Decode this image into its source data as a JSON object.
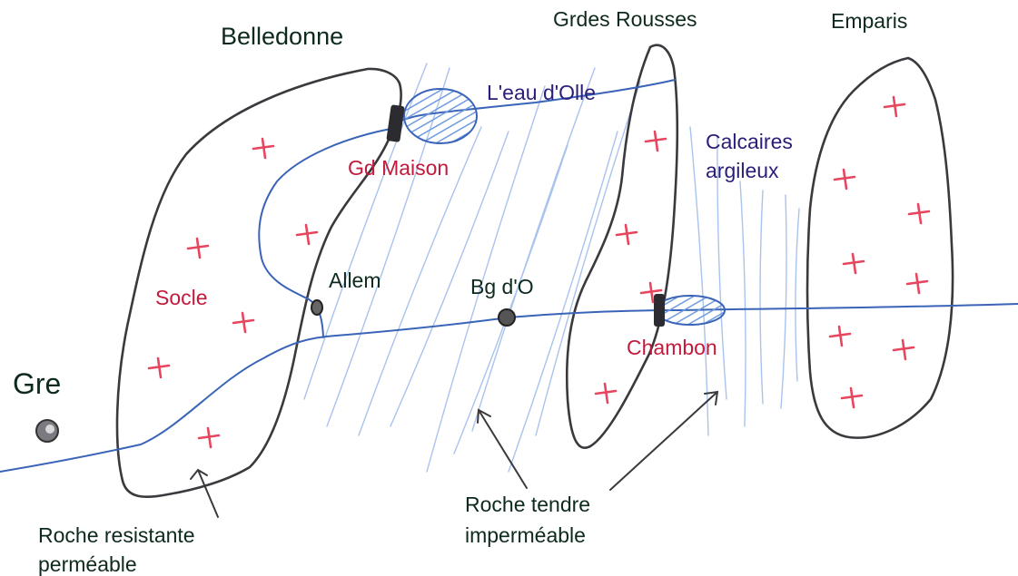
{
  "labels": {
    "belledonne": "Belledonne",
    "grdes_rousses": "Grdes Rousses",
    "emparis": "Emparis",
    "eau_dolle": "L'eau d'Olle",
    "gd_maison": "Gd Maison",
    "calcaires_line1": "Calcaires",
    "calcaires_line2": "argileux",
    "allem": "Allem",
    "bg_do": "Bg d'O",
    "socle": "Socle",
    "gre": "Gre",
    "chambon": "Chambon",
    "roche_resistante_line1": "Roche resistante",
    "roche_resistante_line2": "perméable",
    "roche_tendre_line1": "Roche tendre",
    "roche_tendre_line2": "imperméable"
  },
  "colors": {
    "outline": "#3a3a3e",
    "river": "#3a64b8",
    "hatch": "#6f9be0",
    "cross": "#e8455e",
    "dark_text": "#0d2a1c",
    "red_text": "#c21a3c",
    "blue_text": "#2a1e7a"
  },
  "icons": {
    "massif_cross": "red-cross-icon",
    "town": "town-dot-icon",
    "dam": "dam-icon"
  }
}
